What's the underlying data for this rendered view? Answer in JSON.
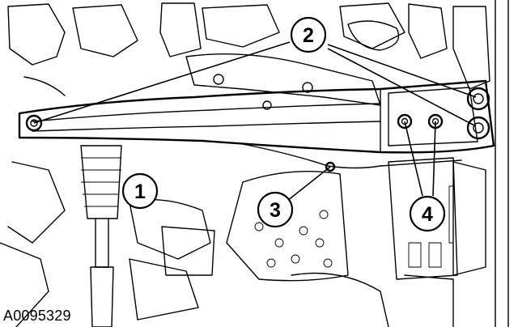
{
  "figure_id": "A0095329",
  "callouts": [
    {
      "number": "1"
    },
    {
      "number": "2"
    },
    {
      "number": "3"
    },
    {
      "number": "4"
    }
  ]
}
